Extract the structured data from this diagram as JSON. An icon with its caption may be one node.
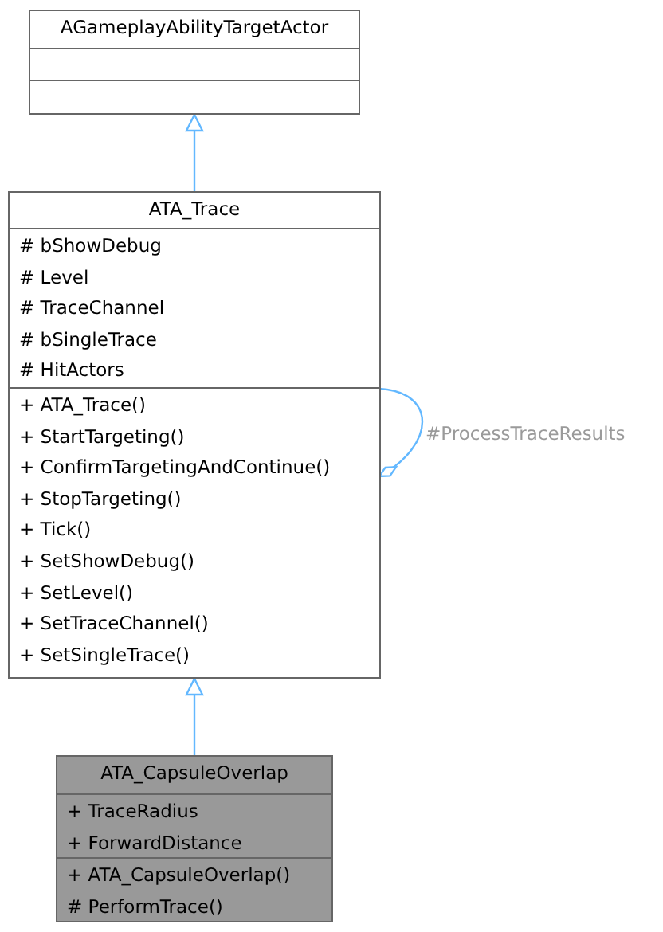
{
  "diagram": {
    "nodes": [
      {
        "text": [
          "AGameplayAbilityTargetActor"
        ]
      },
      {
        "text": [],
        "shape": "box",
        "in": 0
      },
      {
        "text": [],
        "shape": "box",
        "in": 0
      },
      {
        "text": [
          "ATA_Trace"
        ]
      },
      {
        "text": [
          "# bShowDebug",
          "# Level",
          "# TraceChannel",
          "# bSingleTrace",
          "# HitActors"
        ],
        "in": 3
      },
      {
        "text": [
          "+ ATA_Trace()",
          "+ StartTargeting()",
          "+ ConfirmTargetingAndContinue()",
          "+ StopTargeting()",
          "+ Tick()",
          "+ SetShowDebug()",
          "+ SetLevel()",
          "+ SetTraceChannel()",
          "+ SetSingleTrace()"
        ],
        "in": 3
      },
      {
        "text": [
          "ATA_CapsuleOverlap"
        ]
      },
      {
        "text": [
          "+ TraceRadius",
          "+ ForwardDistance"
        ],
        "in": 6
      },
      {
        "text": [
          "+ ATA_CapsuleOverlap()",
          "# PerformTrace()"
        ],
        "in": 6
      }
    ],
    "edges": [
      {
        "from": 3,
        "to": 0,
        "arrow": "to"
      },
      {
        "from": 5,
        "to": 5,
        "arrow": "other",
        "label": "#ProcessTraceResults"
      },
      {
        "from": 6,
        "to": 3,
        "arrow": "to"
      }
    ]
  }
}
